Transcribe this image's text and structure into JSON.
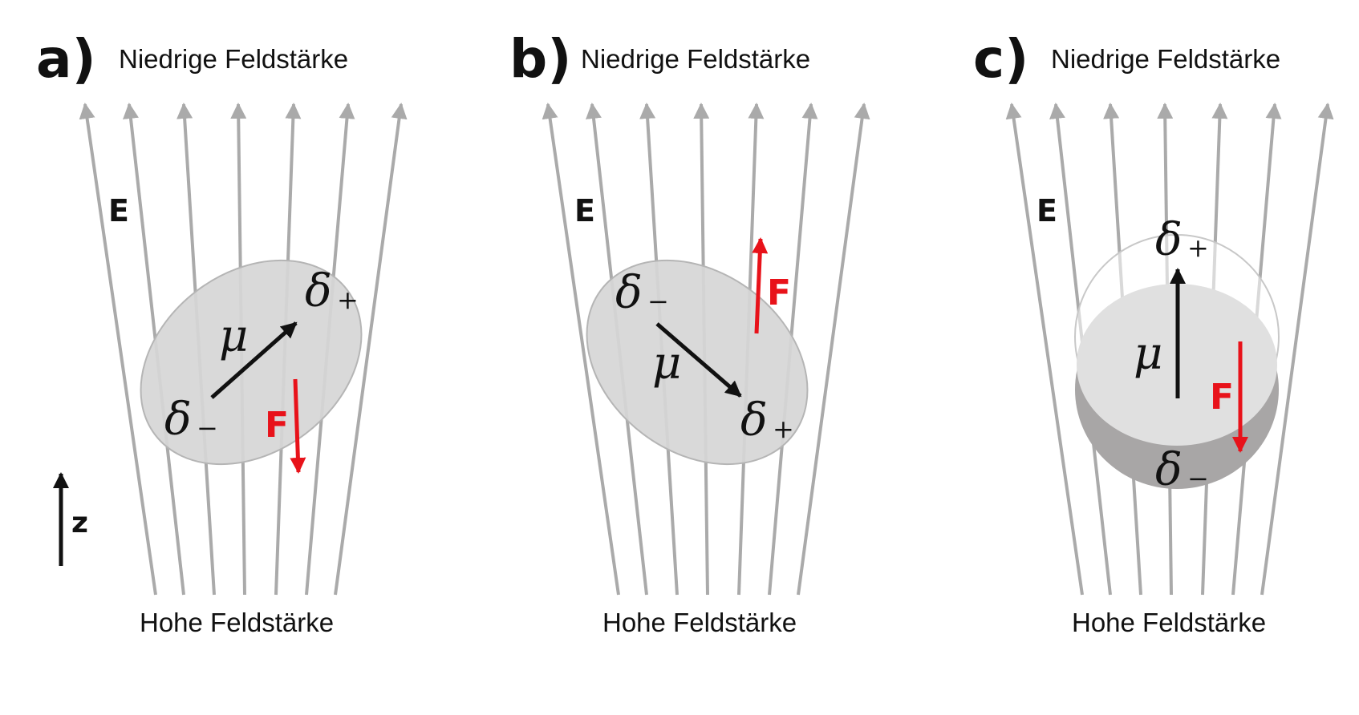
{
  "panels": [
    {
      "label": "a)",
      "top": "Niedrige Feldstärke",
      "bottom": "Hohe Feldstärke",
      "field": "E",
      "dipole": "μ",
      "pos": "δ",
      "pos_sign": "+",
      "neg": "δ",
      "neg_sign": "−",
      "force": "F",
      "axis": "z"
    },
    {
      "label": "b)",
      "top": "Niedrige Feldstärke",
      "bottom": "Hohe Feldstärke",
      "field": "E",
      "dipole": "μ",
      "pos": "δ",
      "pos_sign": "+",
      "neg": "δ",
      "neg_sign": "−",
      "force": "F"
    },
    {
      "label": "c)",
      "top": "Niedrige Feldstärke",
      "bottom": "Hohe Feldstärke",
      "field": "E",
      "dipole": "μ",
      "pos": "δ",
      "pos_sign": "+",
      "neg": "δ",
      "neg_sign": "−",
      "force": "F"
    }
  ],
  "colors": {
    "field_lines": "#aaaaaa",
    "molecule": "#d6d6d6",
    "force": "#e8121a",
    "dipole": "#111111",
    "sphere_bottom": "#a8a6a6"
  }
}
